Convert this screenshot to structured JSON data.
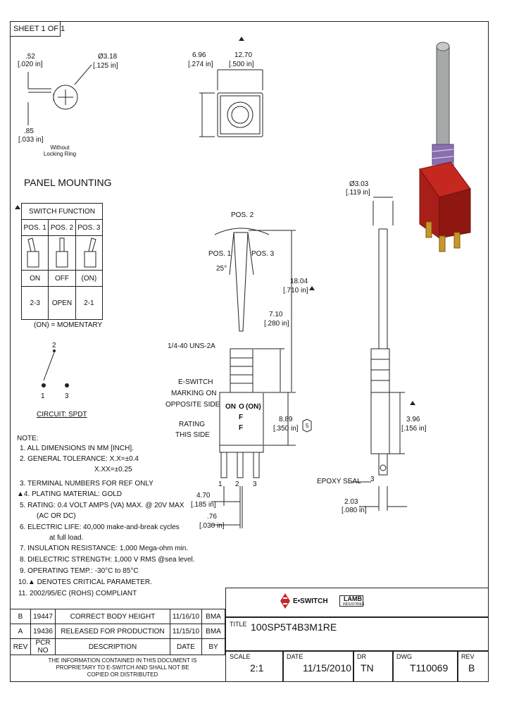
{
  "sheet": "SHEET 1 OF 1",
  "top_left": {
    "dim1": ".52",
    "dim1_in": "[.020 in]",
    "dim2": "Ø3.18",
    "dim2_in": "[.125 in]",
    "dim3": ".85",
    "dim3_in": "[.033 in]",
    "note": "Without Locking Ring"
  },
  "top_mid": {
    "dim_h": "6.96",
    "dim_h_in": "[.274 in]",
    "dim_w": "12.70",
    "dim_w_in": "[.500 in]"
  },
  "panel_mounting": "PANEL MOUNTING",
  "switch_function": {
    "header": "SWITCH FUNCTION",
    "positions": [
      "POS. 1",
      "POS. 2",
      "POS. 3"
    ],
    "row_states": [
      "ON",
      "OFF",
      "(ON)"
    ],
    "row_terminals": [
      "2-3",
      "OPEN",
      "2-1"
    ],
    "footnote": "(ON) = MOMENTARY"
  },
  "circuit": {
    "label": "CIRCUIT: SPDT",
    "t1": "1",
    "t2": "2",
    "t3": "3"
  },
  "front_view": {
    "pos2": "POS. 2",
    "pos1": "POS. 1",
    "pos3": "POS. 3",
    "angle": "25°",
    "thread": "1/4-40 UNS-2A",
    "marking": [
      "E-SWITCH",
      "MARKING ON",
      "OPPOSITE SIDE"
    ],
    "rating": [
      "RATING",
      "THIS SIDE"
    ],
    "body_text": [
      "ON",
      "O",
      "(ON)",
      "F",
      "F"
    ],
    "dim_height": "18.04",
    "dim_height_in": "[.710 in]",
    "dim_bushing": "7.10",
    "dim_bushing_in": "[.280 in]",
    "dim_body": "8.89",
    "dim_body_in": "[.350 in]",
    "hex": "5",
    "dim_pitch": "4.70",
    "dim_pitch_in": "[.185 in]",
    "dim_term": ".76",
    "dim_term_in": "[.030 in]",
    "t1": "1",
    "t2": "2",
    "t3": "3"
  },
  "side_view": {
    "dim_dia": "Ø3.03",
    "dim_dia_in": "[.119 in]",
    "dim_body": "3.96",
    "dim_body_in": "[.156 in]",
    "epoxy": "EPOXY SEAL",
    "t3": "3",
    "dim_term": "2.03",
    "dim_term_in": "[.080 in]"
  },
  "notes": {
    "title": "NOTE:",
    "lines": [
      "1. ALL DIMENSIONS IN MM [INCH].",
      "2. GENERAL TOLERANCE: X.X=±0.4",
      "X.XX=±0.25",
      "3. TERMINAL NUMBERS FOR REF ONLY",
      "▲4. PLATING MATERIAL: GOLD",
      "5. RATING: 0.4 VOLT AMPS (VA) MAX. @ 20V MAX",
      "(AC OR DC)",
      "6. ELECTRIC LIFE: 40,000 make-and-break cycles",
      "at full load.",
      "7. INSULATION RESISTANCE: 1,000 Mega-ohm min.",
      "8. DIELECTRIC STRENGTH: 1,000 V RMS @sea level.",
      "9. OPERATING TEMP.: -30°C to 85°C",
      "10.▲ DENOTES CRITICAL PARAMETER.",
      "11. 2002/95/EC (ROHS) COMPLIANT"
    ]
  },
  "revisions": {
    "rows": [
      [
        "B",
        "19447",
        "CORRECT BODY HEIGHT",
        "11/16/10",
        "BMA"
      ],
      [
        "A",
        "19436",
        "RELEASED FOR PRODUCTION",
        "11/15/10",
        "BMA"
      ]
    ],
    "headers": [
      "REV",
      "PCR NO",
      "DESCRIPTION",
      "DATE",
      "BY"
    ],
    "proprietary": "THE INFORMATION CONTAINED IN THIS DOCUMENT IS PROPRIETARY TO E-SWITCH AND SHALL NOT BE COPIED OR DISTRIBUTED"
  },
  "title_block": {
    "brand": "E•SWITCH",
    "brand2": "LAMB",
    "brand2_sub": "INDUSTRIES",
    "title_label": "TITLE",
    "title": "100SP5T4B3M1RE",
    "scale_label": "SCALE",
    "scale": "2:1",
    "date_label": "DATE",
    "date": "11/15/2010",
    "dr_label": "DR",
    "dr": "TN",
    "dwg_label": "DWG",
    "dwg": "T110069",
    "rev_label": "REV",
    "rev": "B"
  },
  "colors": {
    "body_red": "#b8221b",
    "gold": "#c8962a",
    "actuator": "#a6a8aa",
    "bushing": "#8a6fb0"
  }
}
